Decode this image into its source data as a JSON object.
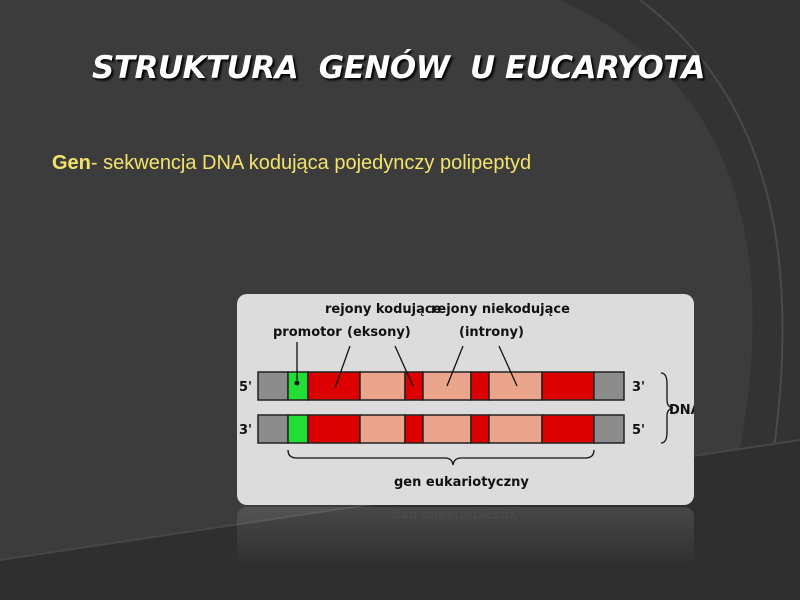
{
  "slide": {
    "title": "STRUKTURA  GENÓW  U EUCARYOTA",
    "definition_term": "Gen",
    "definition_text": "- sekwencja DNA kodująca pojedynczy polipeptyd"
  },
  "diagram": {
    "labels": {
      "promotor": "promotor",
      "coding_line1": "rejony kodujące",
      "coding_line2": "(eksony)",
      "noncoding_line1": "rejony niekodujące",
      "noncoding_line2": "(introny)",
      "gene": "gen eukariotyczny",
      "dna": "DNA",
      "strand_top_left": "5'",
      "strand_top_right": "3'",
      "strand_bottom_left": "3'",
      "strand_bottom_right": "5'"
    },
    "reflection_text": "gen eukariotyczny",
    "colors": {
      "promoter": "#22dd33",
      "exon": "#dd0000",
      "intron": "#eba58c",
      "flank": "#8c8c8c",
      "panel": "#dcdcdc",
      "title": "#ffffff",
      "definition": "#f3e36c"
    }
  }
}
